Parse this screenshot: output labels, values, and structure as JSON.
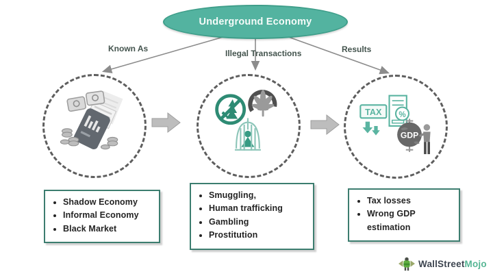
{
  "title": "Underground Economy",
  "branches": [
    {
      "label": "Known As"
    },
    {
      "label": "Illegal Transactions"
    },
    {
      "label": "Results"
    }
  ],
  "circles": [
    {
      "icon": "money-printing-icon"
    },
    {
      "icon": "illegal-activities-icon"
    },
    {
      "icon": "tax-gdp-icon"
    }
  ],
  "boxes": [
    {
      "items": [
        "Shadow Economy",
        "Informal Economy",
        "Black Market"
      ]
    },
    {
      "items": [
        "Smuggling,",
        "Human trafficking",
        "Gambling",
        "Prostitution"
      ]
    },
    {
      "items": [
        "Tax losses",
        "Wrong GDP estimation"
      ]
    }
  ],
  "icon_labels": {
    "tax": "TAX",
    "gdp": "GDP",
    "percent": "%"
  },
  "logo": {
    "brand_primary": "WallStreet",
    "brand_secondary": "Mojo"
  },
  "colors": {
    "teal": "#53b3a0",
    "teal_dark": "#2e8b74",
    "box_border": "#3c7d6f",
    "label_text": "#44544e",
    "line_gray": "#8c8c8c",
    "block_arrow_gray": "#bdbdbd",
    "text_dark": "#242424",
    "logo_green": "#5fae3f",
    "logo_text_dark": "#3d4550",
    "logo_text_green": "#56b694"
  }
}
